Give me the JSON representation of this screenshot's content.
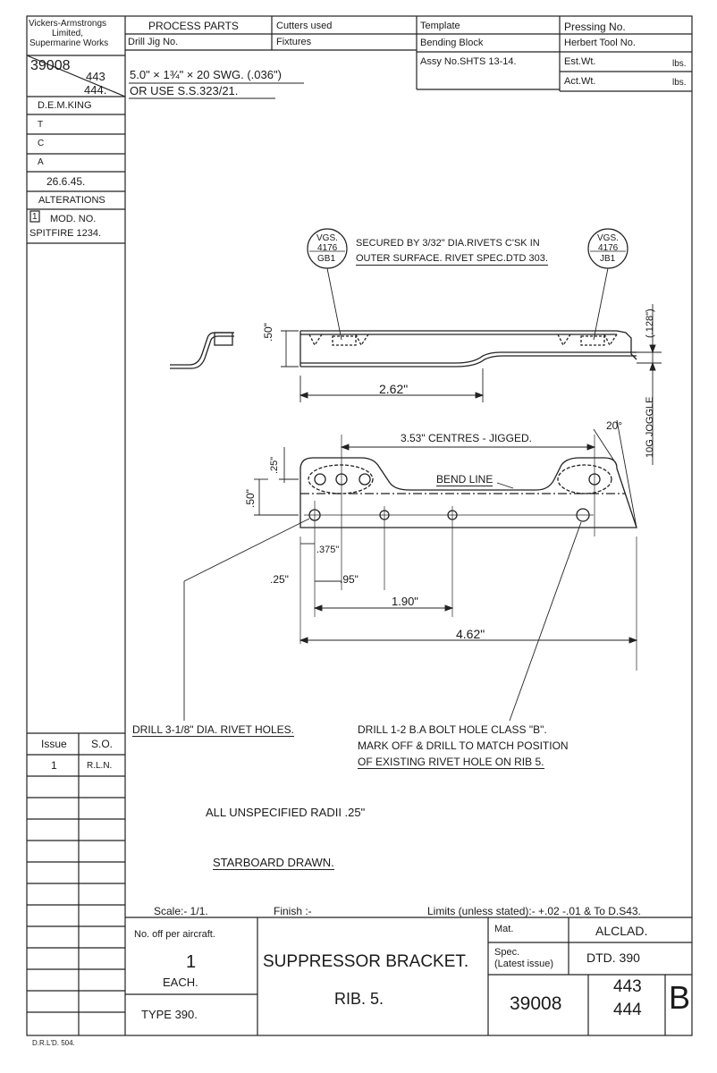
{
  "title_block": {
    "company": [
      "Vickers-Armstrongs",
      "Limited,",
      "Supermarine Works"
    ],
    "process_parts": "PROCESS PARTS",
    "drill_jig": "Drill Jig No.",
    "cutters_used": "Cutters used",
    "fixtures": "Fixtures",
    "template": "Template",
    "bending_block": "Bending Block",
    "assy_no": "Assy No.SHTS 13-14.",
    "pressing_no": "Pressing No.",
    "herbert_tool": "Herbert Tool No.",
    "est_wt": "Est.Wt.",
    "act_wt": "Act.Wt.",
    "lbs": "lbs.",
    "material_line1": "5.0\" × 1¾\" × 20 SWG. (.036\")",
    "material_line2": "OR USE S.S.323/21."
  },
  "left_column": {
    "drawing_no": "39008",
    "part_top": "443",
    "part_bottom": "444.",
    "draughtsman": "D.E.M.KING",
    "t": "T",
    "c": "C",
    "a": "A",
    "date": "26.6.45.",
    "alterations": "ALTERATIONS",
    "alt_num": "1",
    "mod_no": "MOD. NO.",
    "spitfire": "SPITFIRE 1234.",
    "issue": "Issue",
    "so": "S.O.",
    "issue_val": "1",
    "so_val": "R.L.N."
  },
  "drawing": {
    "vgs_left": [
      "VGS.",
      "4176",
      "GB1"
    ],
    "vgs_right": [
      "VGS.",
      "4176",
      "JB1"
    ],
    "note_secured": "SECURED BY 3/32\" DIA.RIVETS C'SK IN",
    "note_outer": "OUTER SURFACE. RIVET SPEC.DTD 303.",
    "dim_50_side": ".50\"",
    "dim_128": "(.128\")",
    "joggle": "10G JOGGLE",
    "dim_262": "2.62\"",
    "dim_353": "3.53\" CENTRES - JIGGED.",
    "angle_20": "20°",
    "bend_line": "BEND LINE",
    "dim_25_top": ".25\"",
    "dim_50_plan": ".50\"",
    "dim_375": ".375\"",
    "dim_25_bottom": ".25\"",
    "dim_95": ".95\"",
    "dim_190": "1.90\"",
    "dim_462": "4.62\"",
    "drill_rivet": "DRILL 3-1/8\" DIA. RIVET HOLES.",
    "drill_bolt": [
      "DRILL 1-2 B.A BOLT HOLE CLASS \"B\".",
      "MARK OFF & DRILL TO MATCH POSITION",
      "OF EXISTING RIVET HOLE ON RIB 5."
    ],
    "note_radii": "ALL UNSPECIFIED RADII .25\"",
    "note_starboard": "STARBOARD DRAWN."
  },
  "bottom_block": {
    "scale": "Scale:- 1/1.",
    "finish": "Finish :-",
    "limits": "Limits (unless stated):- +.02 -.01 & To D.S43.",
    "no_off": "No. off per aircraft.",
    "qty": "1",
    "each": "EACH.",
    "type": "TYPE 390.",
    "title1": "SUPPRESSOR BRACKET.",
    "title2": "RIB. 5.",
    "mat_label": "Mat.",
    "mat_val": "ALCLAD.",
    "spec_label1": "Spec.",
    "spec_label2": "(Latest issue)",
    "spec_val": "DTD. 390",
    "drawing_no": "39008",
    "part_top": "443",
    "part_bottom": "444",
    "issue_letter": "B",
    "footer": "D.R.L'D. 504."
  }
}
